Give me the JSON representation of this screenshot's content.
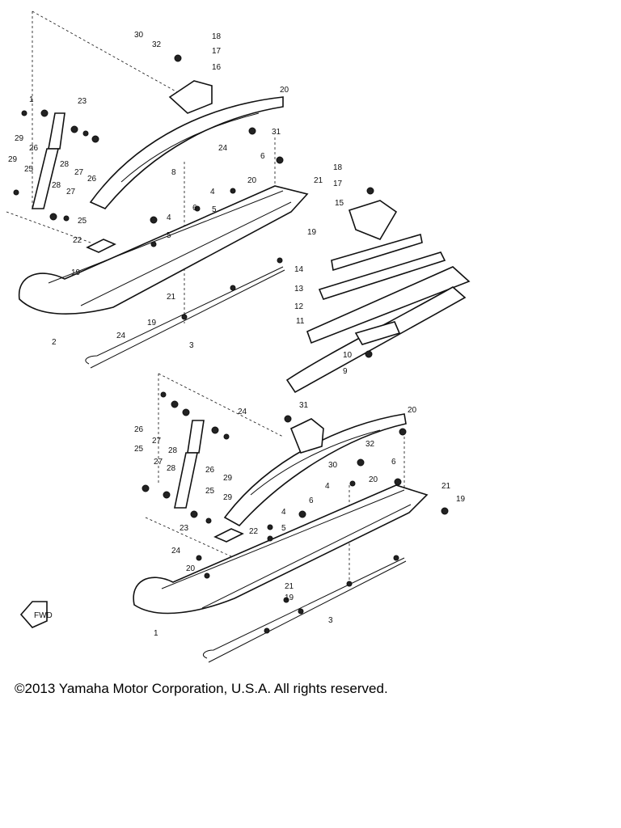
{
  "diagram": {
    "callouts_top": [
      "30",
      "32",
      "18",
      "17",
      "16",
      "20",
      "1",
      "23",
      "29",
      "26",
      "28",
      "27",
      "26",
      "31",
      "24",
      "8",
      "29",
      "25",
      "28",
      "27",
      "25",
      "6",
      "21",
      "18",
      "17",
      "20",
      "4",
      "5",
      "19",
      "15",
      "6",
      "4",
      "5",
      "22",
      "19",
      "14",
      "13",
      "21",
      "12",
      "19",
      "24",
      "3",
      "2",
      "11",
      "10",
      "9"
    ],
    "callouts_bottom": [
      "24",
      "31",
      "20",
      "26",
      "27",
      "28",
      "32",
      "30",
      "6",
      "25",
      "27",
      "28",
      "26",
      "29",
      "4",
      "20",
      "21",
      "19",
      "25",
      "29",
      "6",
      "4",
      "5",
      "22",
      "23",
      "24",
      "20",
      "21",
      "19",
      "3",
      "1"
    ],
    "fwd_label": "FWD"
  },
  "footer": {
    "copyright": "©2013 Yamaha Motor Corporation, U.S.A. All rights reserved."
  }
}
